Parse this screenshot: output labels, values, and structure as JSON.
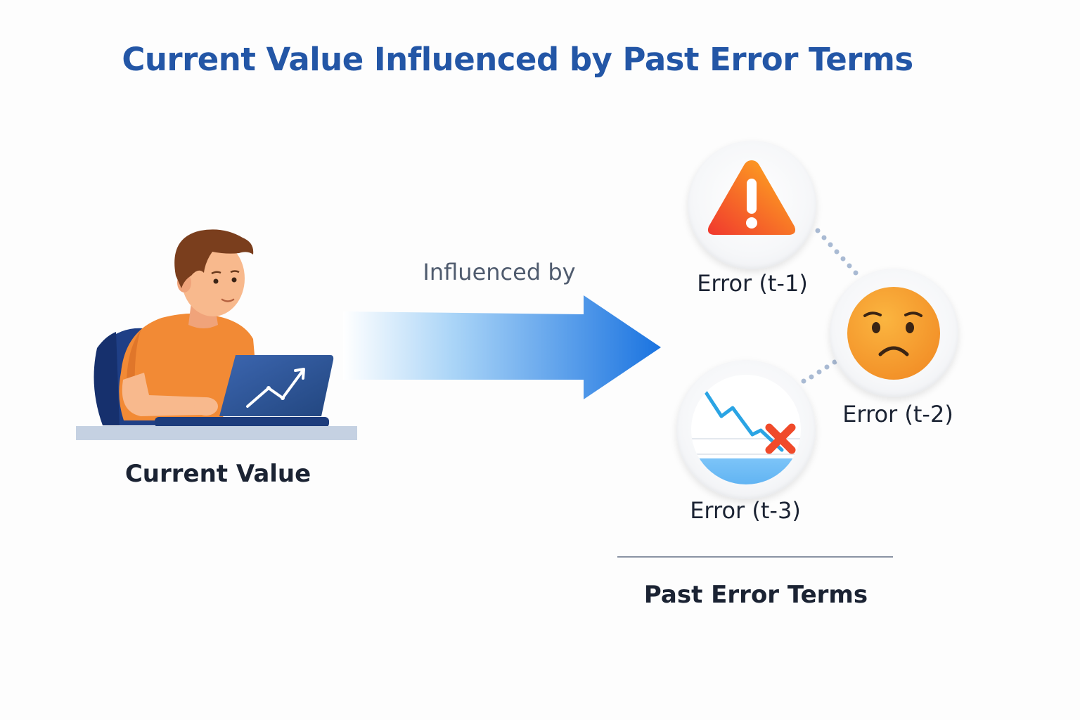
{
  "title": "Current Value Influenced by Past Error Terms",
  "current_value": {
    "label": "Current Value"
  },
  "arrow": {
    "label": "Influenced by"
  },
  "errors": [
    {
      "label": "Error (t-1)",
      "icon": "warning-triangle-icon"
    },
    {
      "label": "Error (t-2)",
      "icon": "sad-face-icon"
    },
    {
      "label": "Error (t-3)",
      "icon": "falling-chart-icon"
    }
  ],
  "past_errors": {
    "label": "Past Error Terms"
  },
  "colors": {
    "title": "#2356a6",
    "arrow_start": "#ffffff",
    "arrow_end": "#1a73e0",
    "warning": "#f2462e",
    "warning_light": "#ffab1f",
    "face": "#f7a02e",
    "shirt": "#f28a35",
    "laptop": "#2c4f8f"
  }
}
